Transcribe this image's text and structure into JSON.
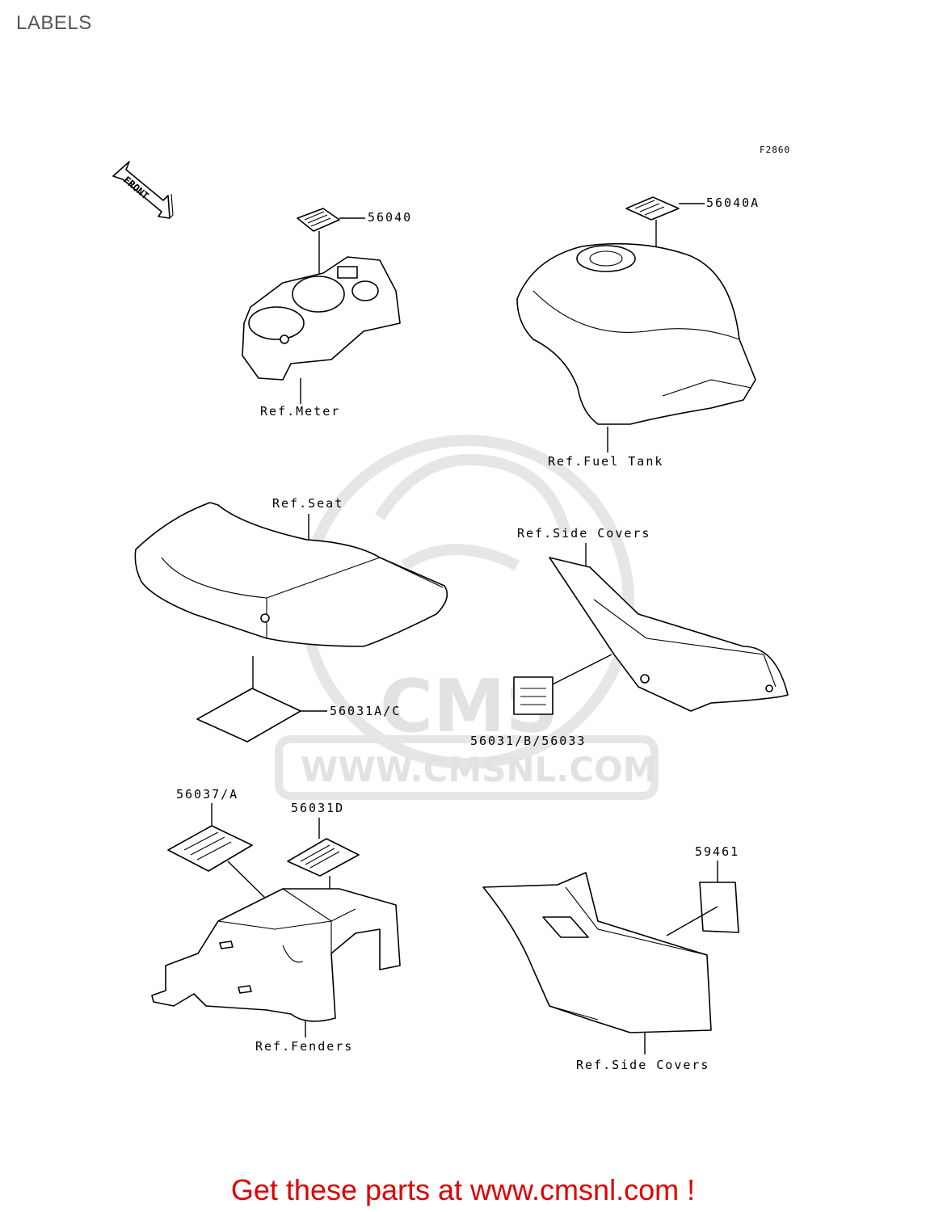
{
  "page": {
    "title": "LABELS",
    "figure_code": "F2860",
    "front_label": "FRONT",
    "footer": "Get these parts at www.cmsnl.com !"
  },
  "watermark": {
    "brand": "CMS",
    "url": "WWW.CMSNL.COM"
  },
  "callouts": {
    "p56040": "56040",
    "p56040A": "56040A",
    "ref_meter": "Ref.Meter",
    "ref_fuel_tank": "Ref.Fuel Tank",
    "ref_seat": "Ref.Seat",
    "ref_side_covers_upper": "Ref.Side Covers",
    "p56031AC": "56031A/C",
    "p56031B56033": "56031/B/56033",
    "p56037A": "56037/A",
    "p56031D": "56031D",
    "p59461": "59461",
    "ref_fenders": "Ref.Fenders",
    "ref_side_covers_lower": "Ref.Side Covers"
  },
  "colors": {
    "footer_text": "#e00000",
    "title_text": "#555555",
    "watermark": "#e2e2e2"
  }
}
